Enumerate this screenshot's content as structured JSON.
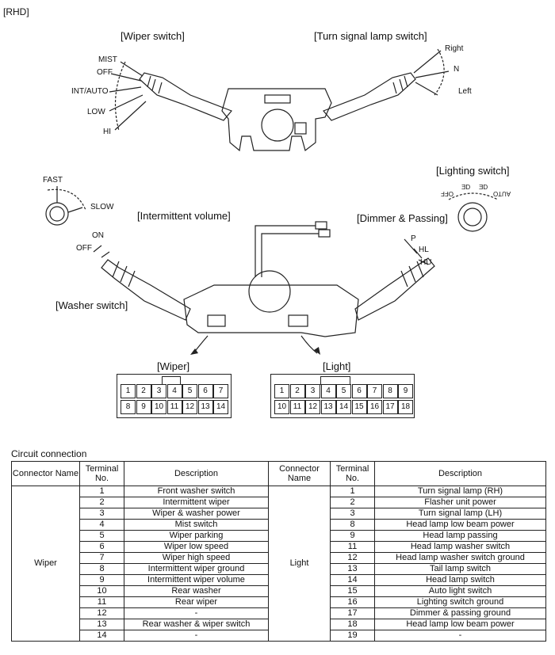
{
  "header": {
    "variant": "[RHD]"
  },
  "labels": {
    "wiper_switch": "[Wiper switch]",
    "turn_signal_switch": "[Turn signal lamp switch]",
    "lighting_switch": "[Lighting switch]",
    "intermittent_volume": "[Intermittent volume]",
    "dimmer_passing": "[Dimmer & Passing]",
    "washer_switch": "[Washer switch]",
    "wiper_positions": [
      "MIST",
      "OFF",
      "INT/AUTO",
      "LOW",
      "HI"
    ],
    "turn_positions": [
      "Right",
      "N",
      "Left"
    ],
    "volume_positions": [
      "FAST",
      "SLOW"
    ],
    "washer_positions": [
      "ON",
      "OFF"
    ],
    "dimmer_positions": [
      "P",
      "HL",
      "HU"
    ],
    "lighting_positions": [
      "OFF",
      "ƎD",
      "ƎD",
      "AUTO"
    ]
  },
  "connectors": {
    "wiper": {
      "title": "[Wiper]",
      "top": [
        "1",
        "2",
        "3",
        "4",
        "5",
        "6",
        "7"
      ],
      "bottom": [
        "8",
        "9",
        "10",
        "11",
        "12",
        "13",
        "14"
      ]
    },
    "light": {
      "title": "[Light]",
      "top": [
        "1",
        "2",
        "3",
        "4",
        "5",
        "6",
        "7",
        "8",
        "9"
      ],
      "bottom": [
        "10",
        "11",
        "12",
        "13",
        "14",
        "15",
        "16",
        "17",
        "18"
      ]
    }
  },
  "circuit": {
    "title": "Circuit connection",
    "headers": [
      "Connector Name",
      "Terminal No.",
      "Description",
      "Connector Name",
      "Terminal No.",
      "Description"
    ],
    "wiper_name": "Wiper",
    "light_name": "Light",
    "wiper": [
      {
        "no": "1",
        "desc": "Front washer switch"
      },
      {
        "no": "2",
        "desc": "Intermittent wiper"
      },
      {
        "no": "3",
        "desc": "Wiper & washer power"
      },
      {
        "no": "4",
        "desc": "Mist switch"
      },
      {
        "no": "5",
        "desc": "Wiper parking"
      },
      {
        "no": "6",
        "desc": "Wiper low speed"
      },
      {
        "no": "7",
        "desc": "Wiper high speed"
      },
      {
        "no": "8",
        "desc": "Intermittent wiper ground"
      },
      {
        "no": "9",
        "desc": "Intermittent wiper volume"
      },
      {
        "no": "10",
        "desc": "Rear washer"
      },
      {
        "no": "11",
        "desc": "Rear wiper"
      },
      {
        "no": "12",
        "desc": "-"
      },
      {
        "no": "13",
        "desc": "Rear washer & wiper switch"
      },
      {
        "no": "14",
        "desc": "-"
      }
    ],
    "light": [
      {
        "no": "1",
        "desc": "Turn signal lamp (RH)"
      },
      {
        "no": "2",
        "desc": "Flasher unit power"
      },
      {
        "no": "3",
        "desc": "Turn signal lamp (LH)"
      },
      {
        "no": "8",
        "desc": "Head lamp low beam power"
      },
      {
        "no": "9",
        "desc": "Head lamp passing"
      },
      {
        "no": "11",
        "desc": "Head lamp washer switch"
      },
      {
        "no": "12",
        "desc": "Head lamp washer switch ground"
      },
      {
        "no": "13",
        "desc": "Tail lamp switch"
      },
      {
        "no": "14",
        "desc": "Head lamp switch"
      },
      {
        "no": "15",
        "desc": "Auto light switch"
      },
      {
        "no": "16",
        "desc": "Lighting switch ground"
      },
      {
        "no": "17",
        "desc": "Dimmer & passing ground"
      },
      {
        "no": "18",
        "desc": "Head lamp low beam power"
      },
      {
        "no": "19",
        "desc": "-"
      }
    ]
  }
}
